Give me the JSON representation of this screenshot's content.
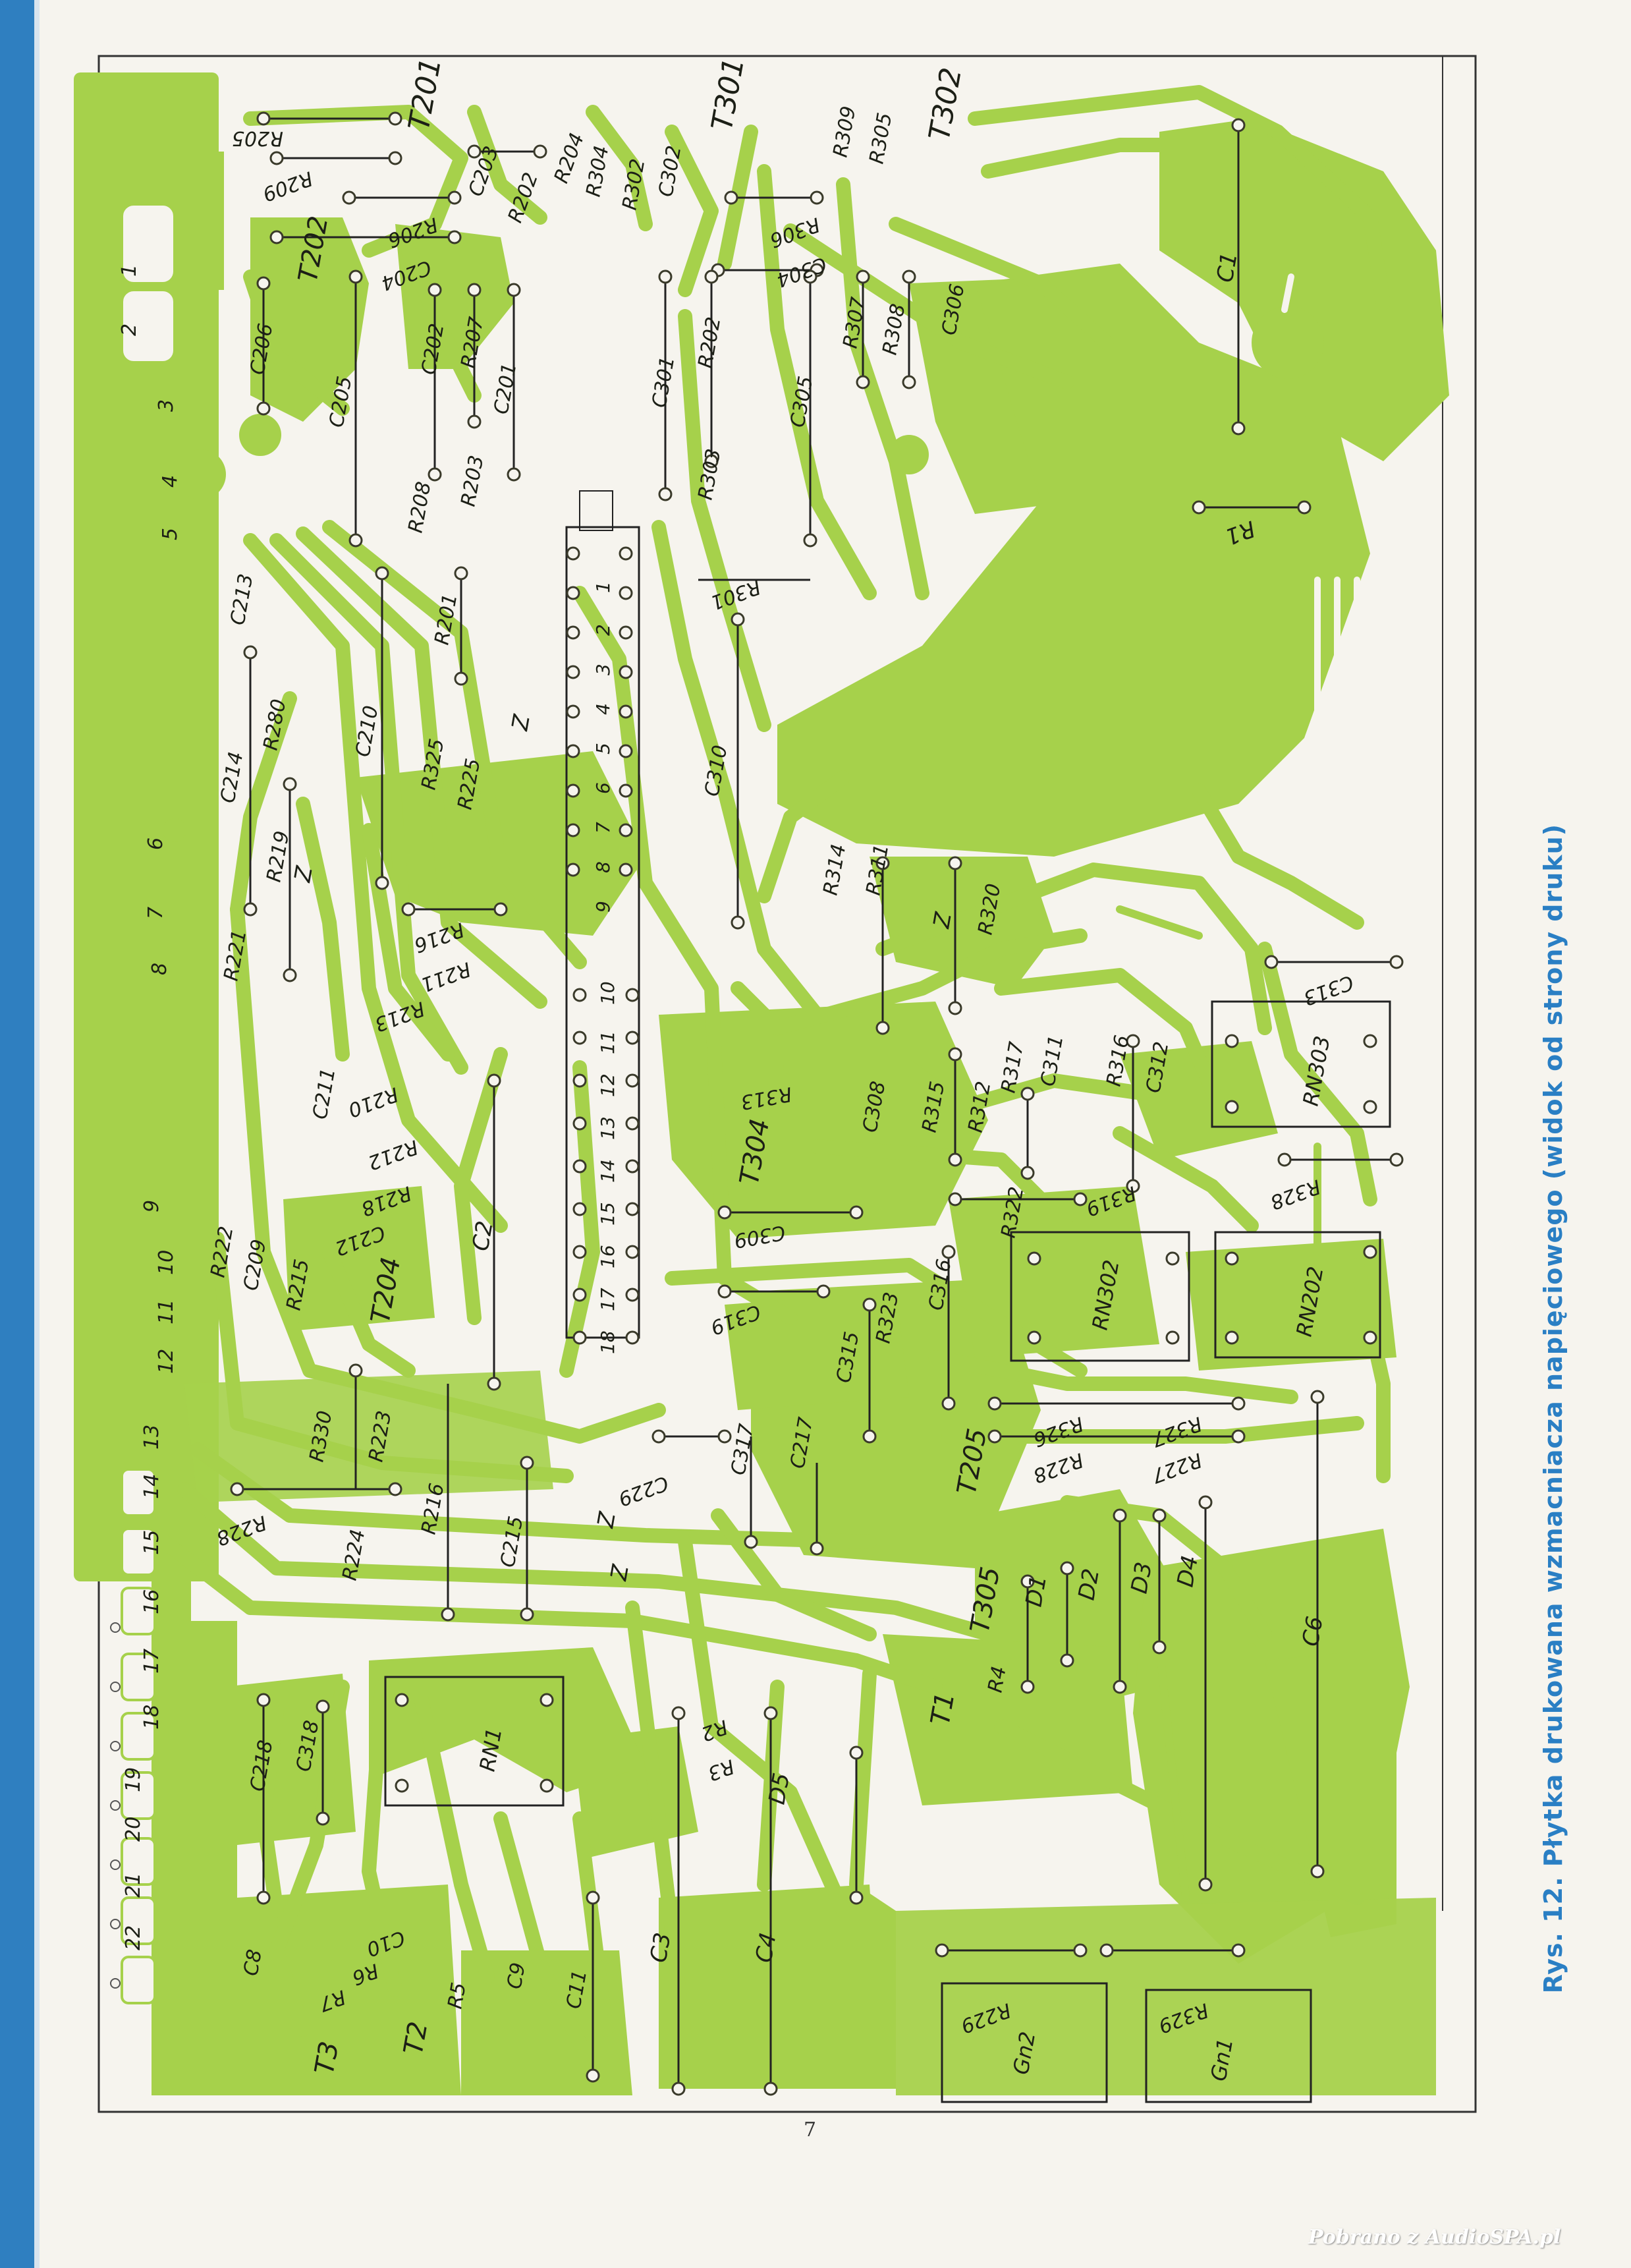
{
  "caption": "Rys. 12. Płytka drukowana wzmacniacza napięciowego (widok od strony druku)",
  "page_number": "7",
  "watermark": "Pobrano z AudioSPA.pl",
  "colors": {
    "copper": "#a6d14b",
    "paper": "#f6f4ee",
    "accent_blue": "#2a7fc4",
    "ink": "#1c1f16"
  },
  "connector_pins": [
    "1",
    "2",
    "3",
    "4",
    "5",
    "6",
    "7",
    "8",
    "9",
    "10",
    "11",
    "12",
    "13",
    "14",
    "15",
    "16",
    "17",
    "18",
    "19",
    "20",
    "21",
    "22"
  ],
  "ic_pins_top": [
    "1",
    "2",
    "3",
    "4",
    "5",
    "6",
    "7",
    "8",
    "9"
  ],
  "ic_pins_bottom": [
    "10",
    "11",
    "12",
    "13",
    "14",
    "15",
    "16",
    "17",
    "18"
  ],
  "labels": {
    "t201": "T201",
    "t202": "T202",
    "t301": "T301",
    "t302": "T302",
    "t304": "T304",
    "t204": "T204",
    "t205": "T205",
    "t305": "T305",
    "t1": "T1",
    "t2": "T2",
    "t3": "T3",
    "r205": "R205",
    "r209": "R209",
    "r206": "R206",
    "c204": "C204",
    "c203": "C203",
    "r202": "R202",
    "r204": "R204",
    "r304": "R304",
    "r302": "R302",
    "c302": "C302",
    "r309": "R309",
    "r305": "R305",
    "r306": "R306",
    "c304": "C304",
    "c206": "C206",
    "c202": "C202",
    "r207": "R207",
    "c201": "C201",
    "c301": "C301",
    "r303": "R303",
    "c305": "C305",
    "r307": "R307",
    "r308": "R308",
    "c306": "C306",
    "c1": "C1",
    "r1": "R1",
    "c205": "C205",
    "r208": "R208",
    "r203": "R203",
    "r201": "R201",
    "r301": "R301",
    "c213": "C213",
    "r280": "R280",
    "c214": "C214",
    "c210": "C210",
    "r325": "R325",
    "r225": "R225",
    "z1": "Z",
    "c310": "C310",
    "r219": "R219",
    "z2": "Z",
    "r221": "R221",
    "r216a": "R216",
    "r211": "R211",
    "r314": "R314",
    "r311": "R311",
    "z3": "Z",
    "r320": "R320",
    "c313": "C313",
    "r213": "R213",
    "r210": "R210",
    "r212": "R212",
    "c211": "C211",
    "r313": "R313",
    "c308": "C308",
    "r315": "R315",
    "r312": "R312",
    "r317": "R317",
    "c311": "C311",
    "r316": "R316",
    "c312": "C312",
    "rn303": "RN303",
    "r319": "R319",
    "r328": "R328",
    "r218": "R218",
    "c212": "C212",
    "c309": "C309",
    "r322": "R322",
    "r222": "R222",
    "c209": "C209",
    "r215": "R215",
    "c2": "C2",
    "c319": "C319",
    "r323": "R323",
    "c316": "C316",
    "rn302": "RN302",
    "rn202": "RN202",
    "r330": "R330",
    "r223": "R223",
    "c229": "C229",
    "c317": "C317",
    "c217": "C217",
    "c315": "C315",
    "r326": "R326",
    "r327": "R327",
    "r228b": "R228",
    "r227": "R227",
    "r228": "R228",
    "r216b": "R216",
    "r224": "R224",
    "c215": "C215",
    "z4": "Z",
    "z5": "Z",
    "d1": "D1",
    "d2": "D2",
    "d3": "D3",
    "d4": "D4",
    "c6": "C6",
    "r4": "R4",
    "r2": "R2",
    "r3": "R3",
    "rn1": "RN1",
    "d5": "D5",
    "c218": "C218",
    "c318": "C318",
    "c8": "C8",
    "r7": "R7",
    "c10": "C10",
    "r6": "R6",
    "r5": "R5",
    "c9": "C9",
    "c11": "C11",
    "c3": "C3",
    "c4": "C4",
    "r229": "R229",
    "r329": "R329",
    "gn2": "Gn2",
    "gn1": "Gn1"
  }
}
